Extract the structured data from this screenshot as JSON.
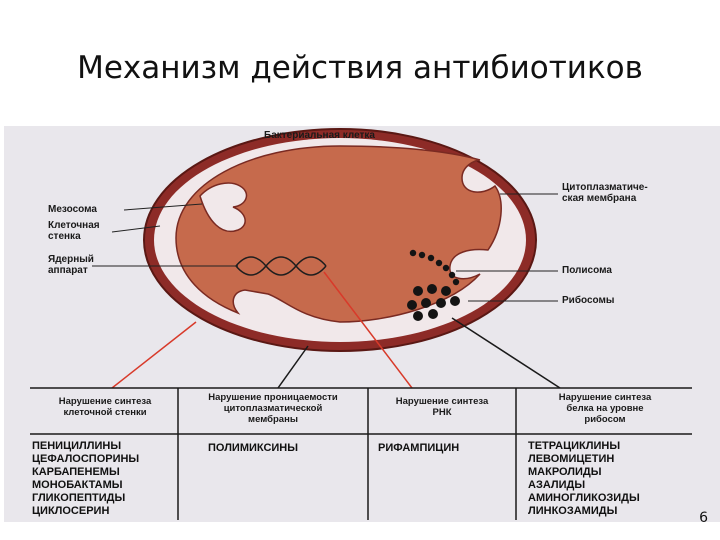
{
  "slide": {
    "title": "Механизм действия антибиотиков",
    "page_number": "6"
  },
  "diagram": {
    "cell_title": "Бактериальная клетка",
    "labels": {
      "mesosome": "Мезосома",
      "cell_wall": [
        "Клеточная",
        "стенка"
      ],
      "nucleus": [
        "Ядерный",
        "аппарат"
      ],
      "membrane": [
        "Цитоплазматиче-",
        "ская мембрана"
      ],
      "polysome": "Полисома",
      "ribosomes": "Рибосомы"
    },
    "colors": {
      "cytoplasm": "#c66a4c",
      "wall": "#8d2b27",
      "pointer_red": "#d83a2a"
    },
    "columns": [
      {
        "header": [
          "Нарушение синтеза",
          "клеточной стенки"
        ],
        "drugs": [
          "ПЕНИЦИЛЛИНЫ",
          "ЦЕФАЛОСПОРИНЫ",
          "КАРБАПЕНЕМЫ",
          "МОНОБАКТАМЫ",
          "ГЛИКОПЕПТИДЫ",
          "ЦИКЛОСЕРИН"
        ]
      },
      {
        "header": [
          "Нарушение проницаемости",
          "цитоплазматической",
          "мембраны"
        ],
        "drugs": [
          "ПОЛИМИКСИНЫ"
        ]
      },
      {
        "header": [
          "Нарушение синтеза",
          "РНК"
        ],
        "drugs": [
          "РИФАМПИЦИН"
        ]
      },
      {
        "header": [
          "Нарушение синтеза",
          "белка на уровне",
          "рибосом"
        ],
        "drugs": [
          "ТЕТРАЦИКЛИНЫ",
          "ЛЕВОМИЦЕТИН",
          "МАКРОЛИДЫ",
          "АЗАЛИДЫ",
          "АМИНОГЛИКОЗИДЫ",
          "ЛИНКОЗАМИДЫ"
        ]
      }
    ]
  }
}
